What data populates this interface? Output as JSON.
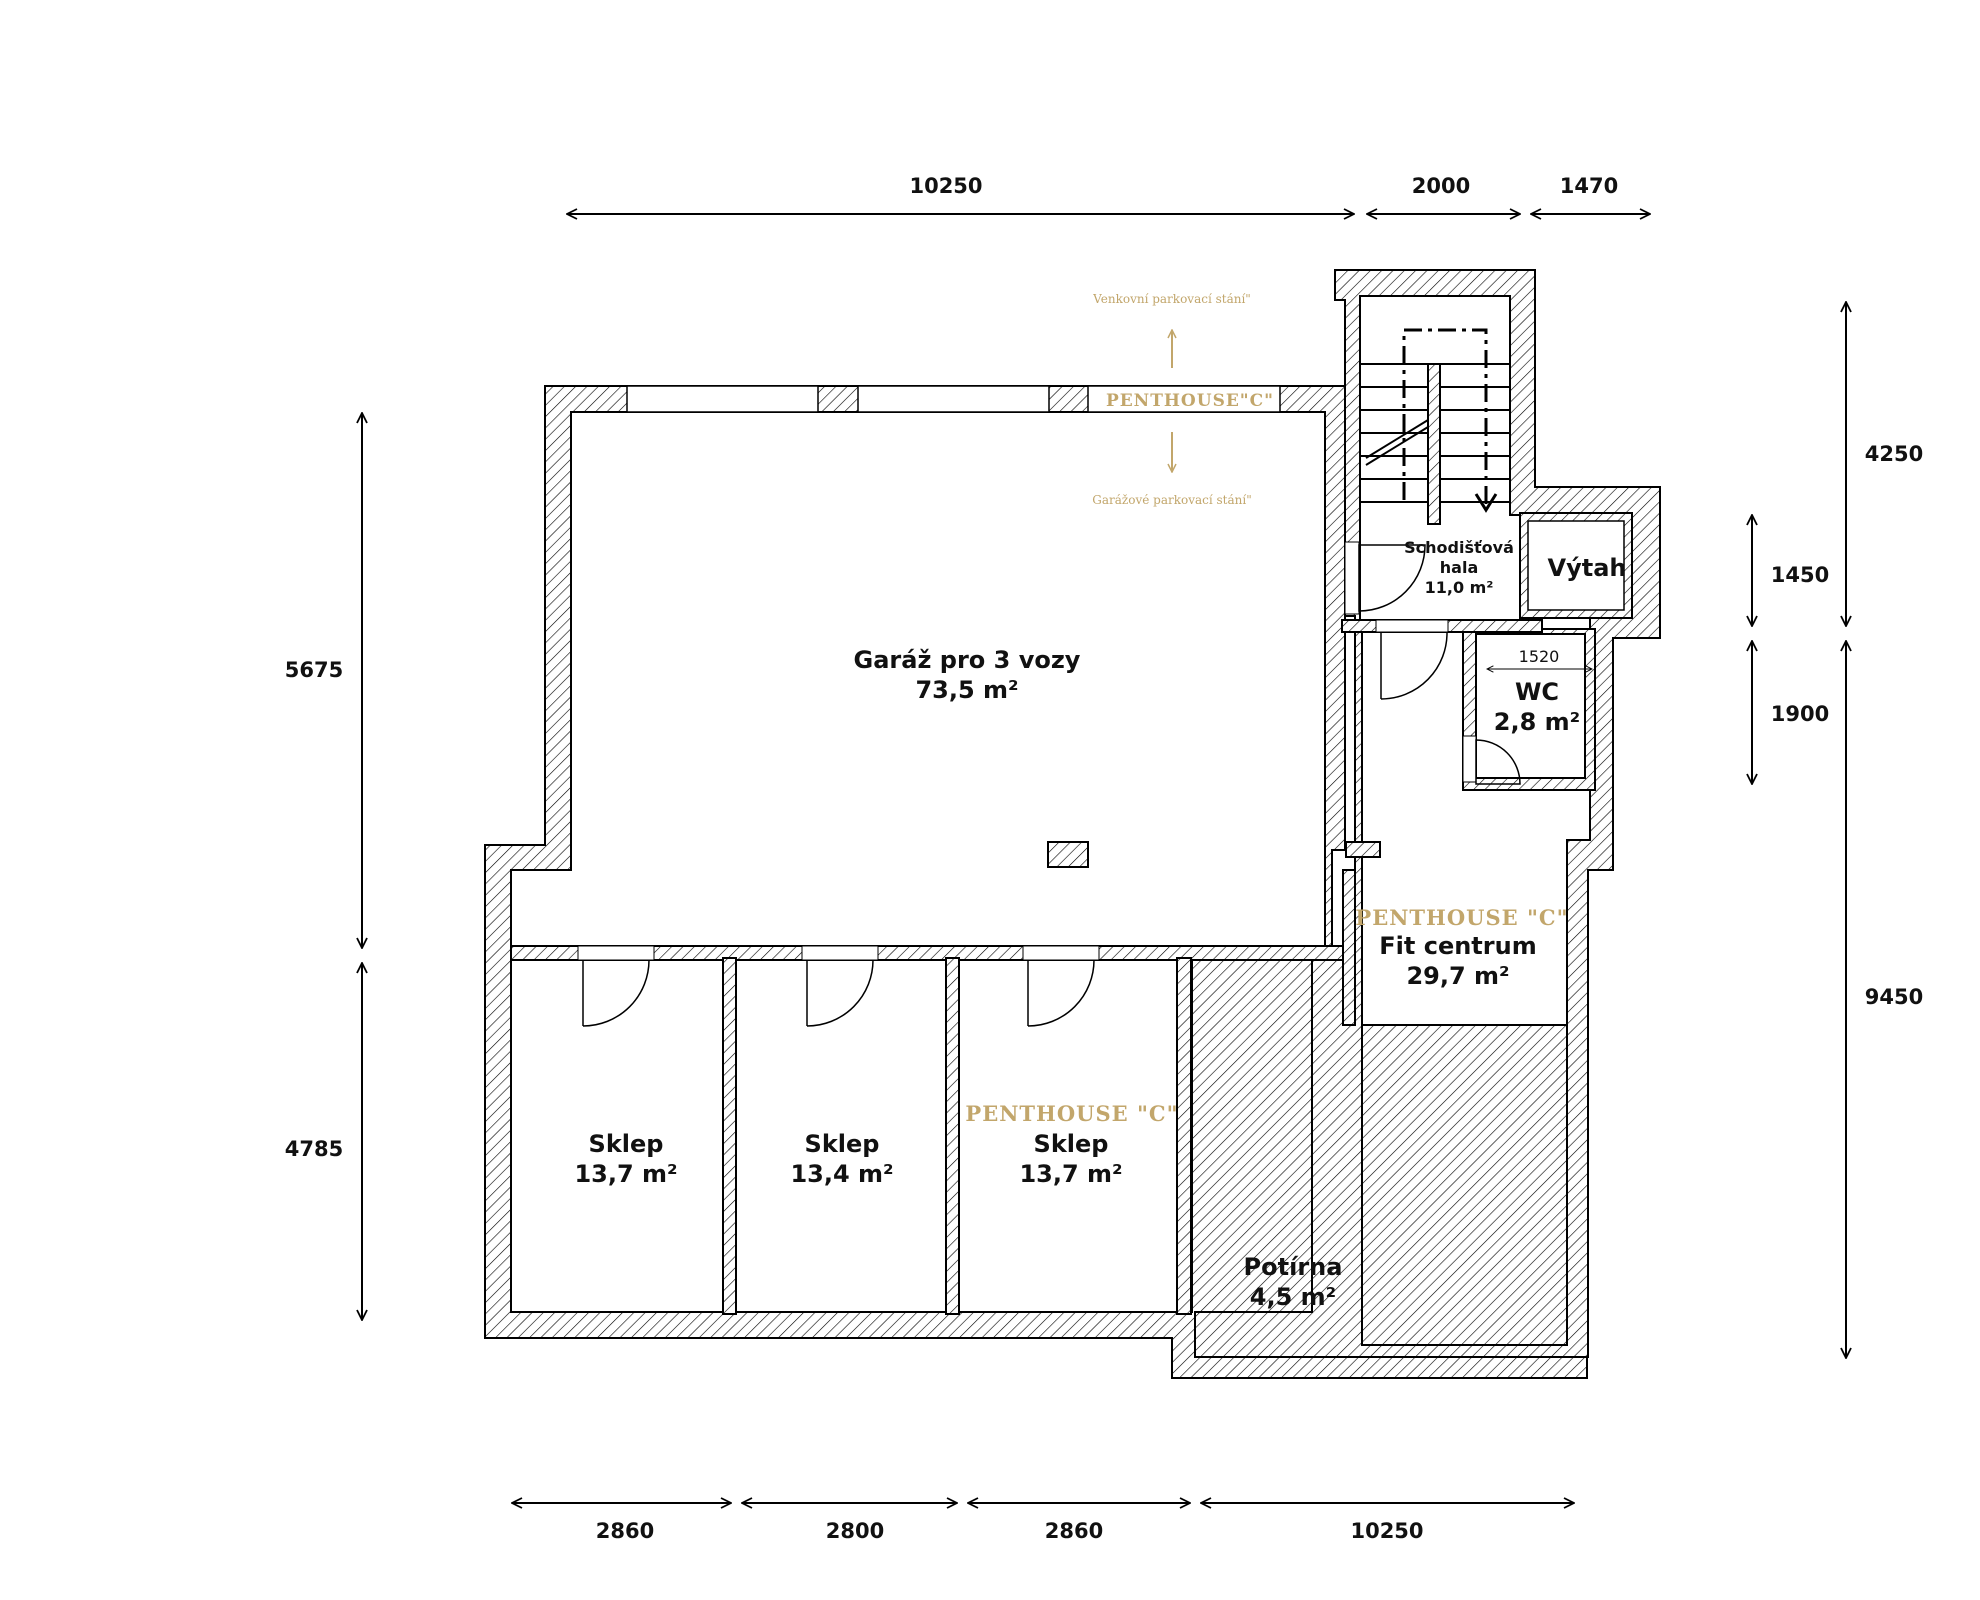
{
  "plan": {
    "labels": {
      "outdoor_parking": "Venkovní parkovací stání\"",
      "garage_parking": "Garážové parkovací stání\"",
      "penthouse_top": "PENTHOUSE\"C\"",
      "penthouse": "PENTHOUSE \"C\""
    },
    "rooms": {
      "garage_name": "Garáž pro 3 vozy",
      "garage_area": "73,5 m²",
      "stair_name_1": "Schodišťová",
      "stair_name_2": "hala",
      "stair_area": "11,0 m²",
      "lift_name": "Výtah",
      "wc_name": "WC",
      "wc_area": "2,8 m²",
      "wc_dim": "1520",
      "fit_name": "Fit centrum",
      "fit_area": "29,7 m²",
      "cellar1_name": "Sklep",
      "cellar1_area": "13,7 m²",
      "cellar2_name": "Sklep",
      "cellar2_area": "13,4 m²",
      "cellar3_name": "Sklep",
      "cellar3_area": "13,7 m²",
      "potirna_name": "Potírna",
      "potirna_area": "4,5 m²"
    },
    "dimensions": {
      "top_1": "10250",
      "top_2": "2000",
      "top_3": "1470",
      "bottom_1": "2860",
      "bottom_2": "2800",
      "bottom_3": "2860",
      "bottom_4": "10250",
      "left_1": "5675",
      "left_2": "4785",
      "right_1": "4250",
      "right_2": "1450",
      "right_3": "1900",
      "right_4": "9450"
    },
    "colors": {
      "accent_gold": "#c2a66b",
      "line": "#000000",
      "background": "#ffffff"
    }
  }
}
